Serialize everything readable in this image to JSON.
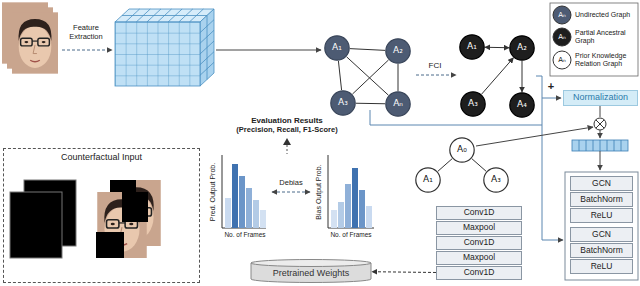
{
  "diagram": {
    "nodes": [
      {
        "text": [
          "A₁"
        ]
      },
      {
        "text": [
          "A₂"
        ]
      },
      {
        "text": [
          "A₃"
        ]
      },
      {
        "text": [
          "Aₙ"
        ]
      },
      {
        "text": [
          "A₁"
        ]
      },
      {
        "text": [
          "A₂"
        ]
      },
      {
        "text": [
          "A₃"
        ]
      },
      {
        "text": [
          "A₄"
        ]
      },
      {
        "text": [
          "Normalization"
        ]
      },
      {
        "text": [
          "A₀"
        ]
      },
      {
        "text": [
          "A₁"
        ]
      },
      {
        "text": [
          "A₃"
        ]
      },
      {
        "text": [
          "GCN"
        ]
      },
      {
        "text": [
          "BatchNorm"
        ]
      },
      {
        "text": [
          "ReLU"
        ]
      },
      {
        "text": [
          "GCN"
        ]
      },
      {
        "text": [
          "BatchNorm"
        ]
      },
      {
        "text": [
          "ReLU"
        ]
      },
      {
        "text": [
          "Conv1D"
        ]
      },
      {
        "text": [
          "Maxpool"
        ]
      },
      {
        "text": [
          "Conv1D"
        ]
      },
      {
        "text": [
          "Maxpool"
        ]
      },
      {
        "text": [
          "Conv1D"
        ]
      },
      {
        "text": [
          "Pretrained Weights"
        ]
      },
      {
        "text": [
          "Counterfactual Input"
        ]
      }
    ],
    "edges": [
      {
        "from": 0,
        "to": 1,
        "arrow": "none"
      },
      {
        "from": 0,
        "to": 2,
        "arrow": "none"
      },
      {
        "from": 0,
        "to": 3,
        "arrow": "none"
      },
      {
        "from": 1,
        "to": 2,
        "arrow": "none"
      },
      {
        "from": 1,
        "to": 3,
        "arrow": "none"
      },
      {
        "from": 2,
        "to": 3,
        "arrow": "none"
      },
      {
        "from": 4,
        "to": 5,
        "arrow": "both"
      },
      {
        "from": 6,
        "to": 5,
        "arrow": "to"
      },
      {
        "from": 5,
        "to": 7,
        "arrow": "to"
      },
      {
        "from": 9,
        "to": 10,
        "arrow": "none"
      },
      {
        "from": 9,
        "to": 11,
        "arrow": "none"
      },
      {
        "from": 22,
        "to": 23,
        "arrow": "to"
      }
    ],
    "labels": [
      "Feature Extraction",
      "FCI",
      "Aₙ",
      "Aₙ",
      "Aₙ",
      "+",
      "Evaluation Results",
      "(Precision, Recall, F1-Score)",
      "Pred. Output Prob.",
      "No. of Frames",
      "Debias",
      "Bias Output Prob.",
      "No. of Frames"
    ],
    "legend": [
      {
        "text": "Undirected Graph",
        "color": "#4d5b73"
      },
      {
        "text": "Partial Ancestral Graph",
        "color": "#1e1e1e"
      },
      {
        "text": "Prior Knowledge Relation Graph",
        "color": "#ffffff"
      }
    ]
  }
}
